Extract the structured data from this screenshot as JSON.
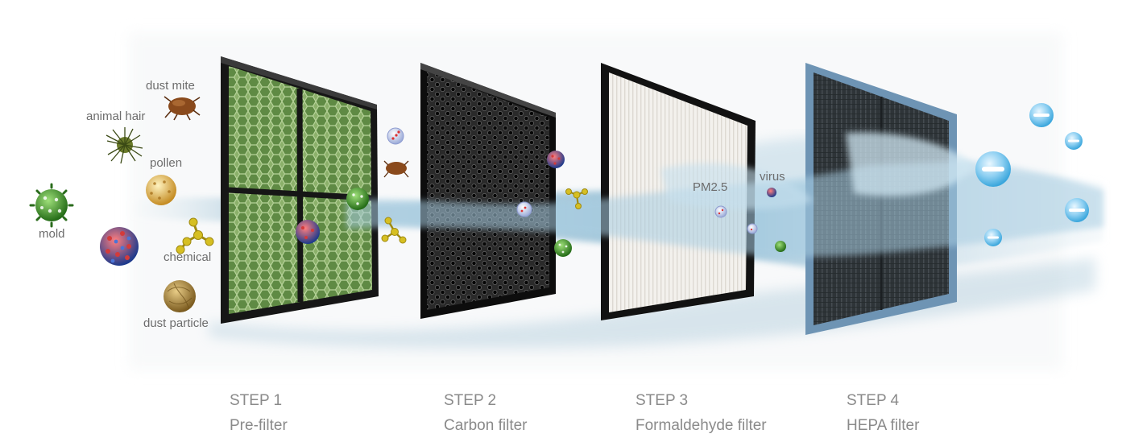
{
  "pollutants": {
    "dust_mite": "dust mite",
    "animal_hair": "animal hair",
    "pollen": "pollen",
    "mold": "mold",
    "chemical": "chemical",
    "dust_particle": "dust particle"
  },
  "midstream": {
    "pm25": "PM2.5",
    "virus": "virus"
  },
  "steps": [
    {
      "step": "STEP 1",
      "name": "Pre-filter"
    },
    {
      "step": "STEP 2",
      "name": "Carbon filter"
    },
    {
      "step": "STEP 3",
      "name": "Formaldehyde filter"
    },
    {
      "step": "STEP 4",
      "name": "HEPA filter"
    }
  ],
  "colors": {
    "prefilter_mesh": "#7aa55a",
    "carbon": "#1e1e1e",
    "formaldehyde": "#eceae4",
    "hepa_frame": "#6e94b4",
    "hepa_media": "#2b3135",
    "airflow": "#9fc3d8",
    "anion": "#5fb7e6",
    "mold": "#3d8c2c",
    "pollen": "#e0b44a",
    "chemical": "#c9b220",
    "dust": "#b08a3c",
    "virus": "#c23a3a"
  }
}
